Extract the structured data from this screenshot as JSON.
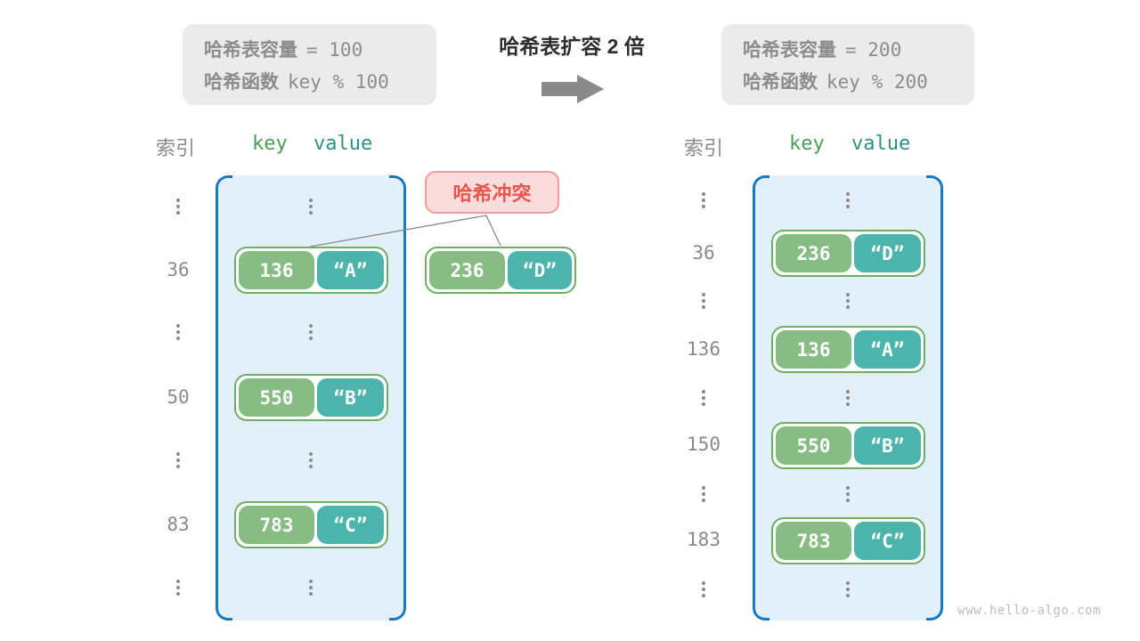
{
  "header": {
    "title": "哈希表扩容 2 倍",
    "before_box": {
      "capacity_label": "哈希表容量",
      "capacity_value": "= 100",
      "hash_label": "哈希函数",
      "hash_value": "key % 100"
    },
    "after_box": {
      "capacity_label": "哈希表容量",
      "capacity_value": "= 200",
      "hash_label": "哈希函数",
      "hash_value": "key % 200"
    }
  },
  "before_table": {
    "index_header": "索引",
    "key_header": "key",
    "value_header": "value",
    "rows": [
      {
        "index": "36",
        "key": "136",
        "value": "“A”"
      },
      {
        "index": "50",
        "key": "550",
        "value": "“B”"
      },
      {
        "index": "83",
        "key": "783",
        "value": "“C”"
      }
    ]
  },
  "collision": {
    "label": "哈希冲突",
    "entry": {
      "key": "236",
      "value": "“D”"
    }
  },
  "after_table": {
    "index_header": "索引",
    "key_header": "key",
    "value_header": "value",
    "rows": [
      {
        "index": "36",
        "key": "236",
        "value": "“D”"
      },
      {
        "index": "136",
        "key": "136",
        "value": "“A”"
      },
      {
        "index": "150",
        "key": "550",
        "value": "“B”"
      },
      {
        "index": "183",
        "key": "783",
        "value": "“C”"
      }
    ]
  },
  "watermark": "www.hello-algo.com",
  "colors": {
    "bucket_border_blue": "#1779c4",
    "bucket_fill": "#e4f0f9",
    "key_pill_green": "#87bd84",
    "value_pill_teal": "#4cb4ab",
    "entry_border_green": "#6cae63",
    "key_header_green": "#4c9e52",
    "value_header_teal": "#2f917f",
    "collision_bg": "#fbdcdc",
    "collision_border": "#f59a94",
    "collision_text": "#ec5349",
    "info_box_bg": "#ebebeb",
    "gray_text": "#8a8a8a",
    "arrow_gray": "#8a8a8a"
  }
}
